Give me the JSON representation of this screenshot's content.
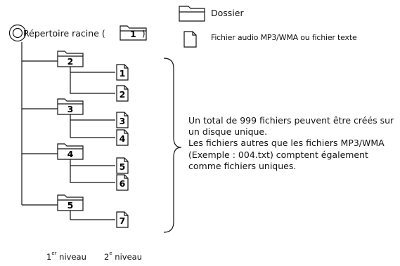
{
  "legend": {
    "folder_label": "Dossier",
    "file_label": "Fichier audio MP3/WMA ou fichier texte",
    "folder_icon": "folder-icon",
    "file_icon": "file-icon"
  },
  "root": {
    "label": "Répertoire racine",
    "open_paren": "(",
    "folder_number": "1",
    "close_paren": ")"
  },
  "folders": [
    {
      "number": "2",
      "files": [
        "1",
        "2"
      ]
    },
    {
      "number": "3",
      "files": [
        "3",
        "4"
      ]
    },
    {
      "number": "4",
      "files": [
        "5",
        "6"
      ]
    },
    {
      "number": "5",
      "files": [
        "7"
      ]
    }
  ],
  "description": {
    "lines": [
      "Un total de 999 fichiers peuvent être créés sur",
      "un disque unique.",
      "Les fichiers autres que les fichiers MP3/WMA",
      "(Exemple : 004.txt) comptent également",
      "comme fichiers uniques."
    ]
  },
  "levels": {
    "first_prefix": "1",
    "first_sup": "er",
    "first_word": " niveau",
    "second_prefix": "2",
    "second_sup": "e",
    "second_word": " niveau"
  }
}
